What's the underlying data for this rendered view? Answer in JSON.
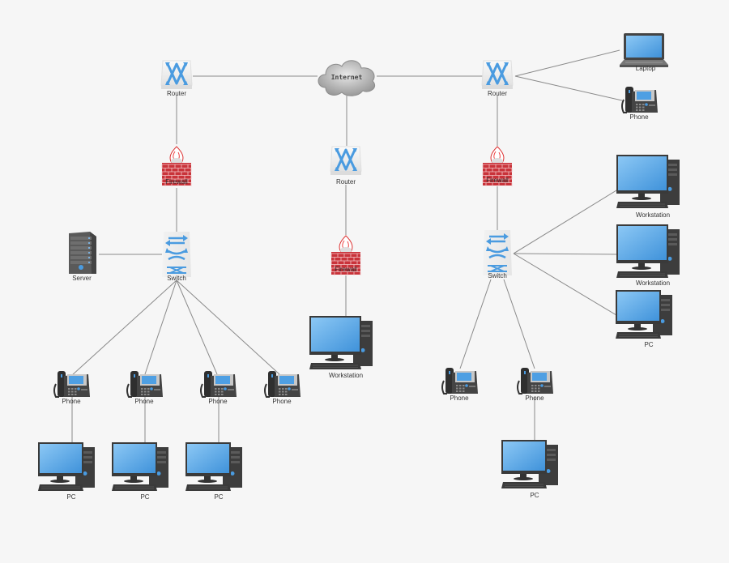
{
  "diagram": {
    "title": "Network Diagram",
    "colors": {
      "background": "#f6f6f6",
      "link": "#8a8a8a",
      "screen": "#5aa8e8",
      "accent": "#4a9be0",
      "firewall": "#c9333a"
    },
    "nodes": [
      {
        "id": "internet",
        "type": "cloud",
        "label": "Internet"
      },
      {
        "id": "router1",
        "type": "router",
        "label": "Router"
      },
      {
        "id": "router2",
        "type": "router",
        "label": "Router"
      },
      {
        "id": "router3",
        "type": "router",
        "label": "Router"
      },
      {
        "id": "fw1",
        "type": "firewall",
        "label": "Firewall"
      },
      {
        "id": "fw2",
        "type": "firewall",
        "label": "Firewall"
      },
      {
        "id": "fw3",
        "type": "firewall",
        "label": "Firewall"
      },
      {
        "id": "switch1",
        "type": "switch",
        "label": "Switch"
      },
      {
        "id": "switch2",
        "type": "switch",
        "label": "Switch"
      },
      {
        "id": "server",
        "type": "server",
        "label": "Server"
      },
      {
        "id": "ws_center",
        "type": "workstation",
        "label": "Workstation"
      },
      {
        "id": "laptop",
        "type": "laptop",
        "label": "Laptop"
      },
      {
        "id": "phone_r",
        "type": "phone",
        "label": "Phone"
      },
      {
        "id": "ws_r1",
        "type": "workstation",
        "label": "Workstation"
      },
      {
        "id": "ws_r2",
        "type": "workstation",
        "label": "Workstation"
      },
      {
        "id": "pc_r",
        "type": "pc",
        "label": "PC"
      },
      {
        "id": "phone1",
        "type": "phone",
        "label": "Phone"
      },
      {
        "id": "phone2",
        "type": "phone",
        "label": "Phone"
      },
      {
        "id": "phone3",
        "type": "phone",
        "label": "Phone"
      },
      {
        "id": "phone4",
        "type": "phone",
        "label": "Phone"
      },
      {
        "id": "pc1",
        "type": "pc",
        "label": "PC"
      },
      {
        "id": "pc2",
        "type": "pc",
        "label": "PC"
      },
      {
        "id": "pc3",
        "type": "pc",
        "label": "PC"
      },
      {
        "id": "phone5",
        "type": "phone",
        "label": "Phone"
      },
      {
        "id": "phone6",
        "type": "phone",
        "label": "Phone"
      },
      {
        "id": "pc4",
        "type": "pc",
        "label": "PC"
      }
    ],
    "edges": [
      [
        "router1",
        "internet"
      ],
      [
        "internet",
        "router3"
      ],
      [
        "internet",
        "router2"
      ],
      [
        "router1",
        "fw1"
      ],
      [
        "fw1",
        "switch1"
      ],
      [
        "switch1",
        "server"
      ],
      [
        "switch1",
        "phone1"
      ],
      [
        "switch1",
        "phone2"
      ],
      [
        "switch1",
        "phone3"
      ],
      [
        "switch1",
        "phone4"
      ],
      [
        "phone1",
        "pc1"
      ],
      [
        "phone2",
        "pc2"
      ],
      [
        "phone3",
        "pc3"
      ],
      [
        "router2",
        "fw2"
      ],
      [
        "fw2",
        "ws_center"
      ],
      [
        "router3",
        "laptop"
      ],
      [
        "router3",
        "phone_r"
      ],
      [
        "router3",
        "fw3"
      ],
      [
        "fw3",
        "switch2"
      ],
      [
        "switch2",
        "ws_r1"
      ],
      [
        "switch2",
        "ws_r2"
      ],
      [
        "switch2",
        "pc_r"
      ],
      [
        "switch2",
        "phone5"
      ],
      [
        "switch2",
        "phone6"
      ],
      [
        "phone6",
        "pc4"
      ]
    ]
  }
}
